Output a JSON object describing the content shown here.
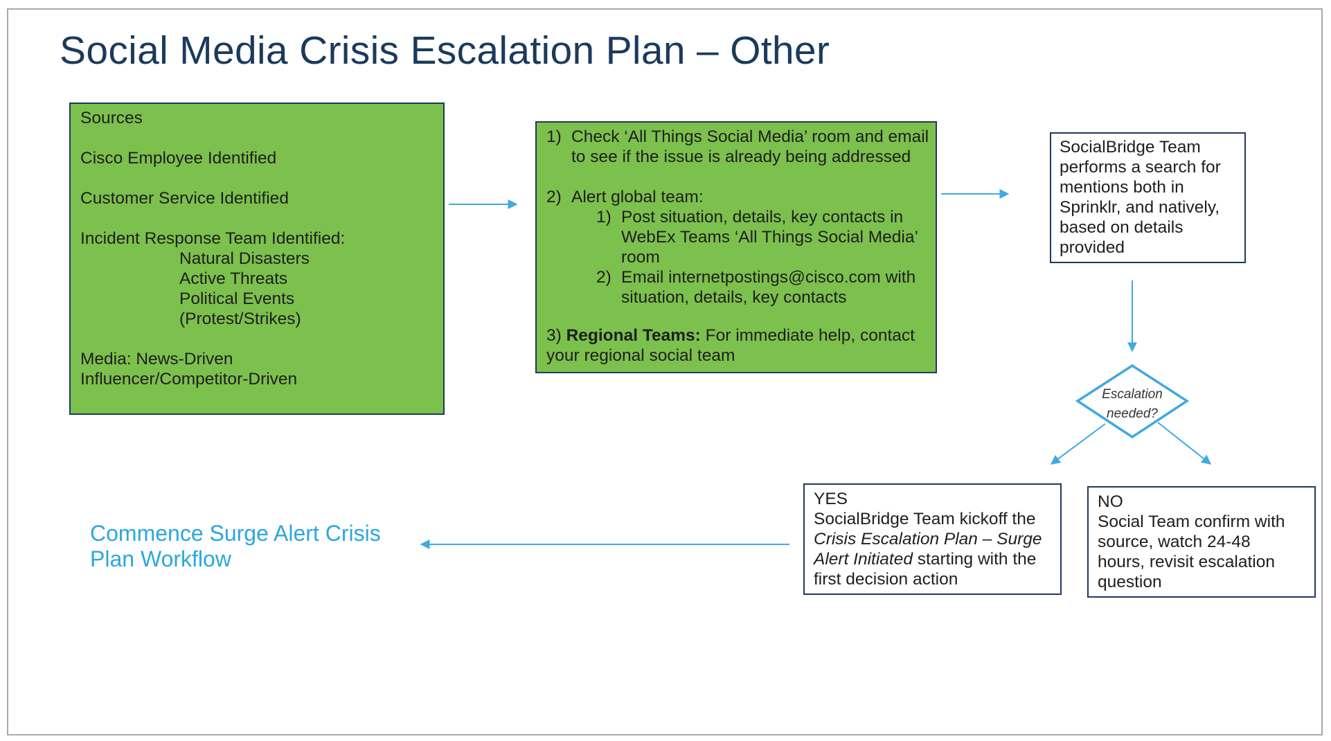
{
  "slide": {
    "title": "Social Media Crisis Escalation Plan – Other"
  },
  "sources_box": {
    "heading": "Sources",
    "lines": {
      "employee": "Cisco Employee Identified",
      "customer": "Customer Service Identified",
      "incident": "Incident Response Team Identified:",
      "natural": "Natural Disasters",
      "threats": "Active Threats",
      "political": "Political Events",
      "protest": "(Protest/Strikes)",
      "media": "Media: News-Driven",
      "influencer": "Influencer/Competitor-Driven"
    }
  },
  "steps_box": {
    "step1_num": "1)",
    "step1_line1": "Check ‘All Things Social Media’ room and email",
    "step1_line2": "to see if the issue is already being addressed",
    "step2_num": "2)",
    "step2_text": "Alert global team:",
    "sub1_num": "1)",
    "sub1_line1": "Post situation, details, key contacts in",
    "sub1_line2": "WebEx Teams ‘All Things Social Media’",
    "sub1_line3": "room",
    "sub2_num": "2)",
    "sub2_line1": "Email internetpostings@cisco.com with",
    "sub2_line2": "situation, details, key contacts",
    "step3_prefix": "3) ",
    "step3_bold": "Regional Teams:",
    "step3_rest": " For immediate help, contact",
    "step3_line2": "your regional social team"
  },
  "search_box": {
    "lines": [
      "SocialBridge Team",
      "performs a search for",
      "mentions both in",
      "Sprinklr, and natively,",
      "based on details",
      "provided"
    ]
  },
  "decision": {
    "line1": "Escalation",
    "line2": "needed?"
  },
  "yes_box": {
    "label": "YES",
    "line1": "SocialBridge Team kickoff the",
    "line2_italic": "Crisis Escalation Plan – Surge",
    "line3_italic": "Alert  Initiated",
    "line3_rest": " starting with the",
    "line4": "first decision action"
  },
  "no_box": {
    "label": "NO",
    "lines": [
      "Social Team confirm with",
      "source, watch 24-48",
      "hours, revisit escalation",
      "question"
    ]
  },
  "commence": {
    "line1": "Commence Surge Alert Crisis",
    "line2": "Plan Workflow"
  },
  "colors": {
    "title": "#1b3a5c",
    "box_fill_green": "#7cc04d",
    "box_border": "#1f3a5a",
    "arrow": "#3fa9e0",
    "link_text": "#2aa7e0"
  }
}
